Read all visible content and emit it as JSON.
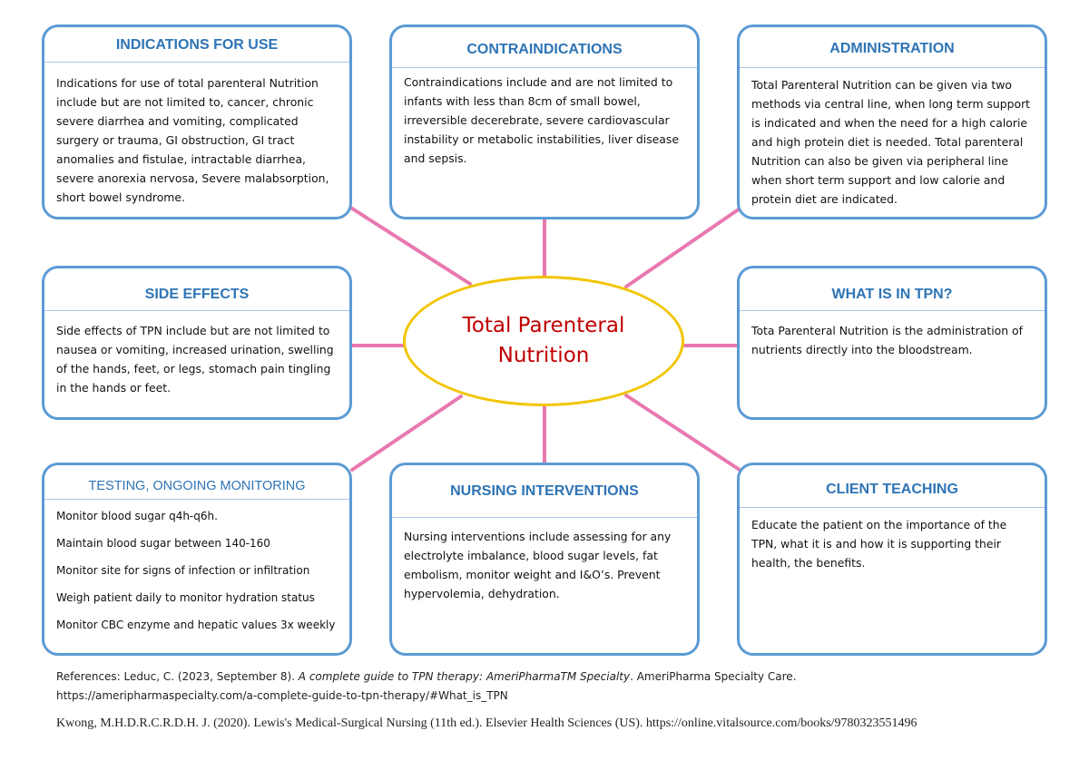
{
  "center_title": "Total Parenteral Nutrition",
  "colors": {
    "box_border": "#5b9bd5",
    "heading": "#2e74b5",
    "connector": "#e879b0",
    "center_border": "#f2c500",
    "center_text": "#c00000"
  },
  "indications": {
    "title": "INDICATIONS FOR USE",
    "text": "Indications for use of total parenteral Nutrition include but are not limited to, cancer, chronic severe diarrhea and vomiting, complicated surgery or trauma, GI obstruction, GI tract anomalies and fistulae, intractable diarrhea, severe anorexia nervosa, Severe malabsorption, short bowel syndrome."
  },
  "contraindications": {
    "title": "CONTRAINDICATIONS",
    "text": "Contraindications include and are not limited to infants with less than 8cm of small bowel, irreversible decerebrate, severe cardiovascular instability or metabolic instabilities, liver disease and sepsis."
  },
  "administration": {
    "title": "ADMINISTRATION",
    "text": "Total Parenteral Nutrition can be given via two methods via central line, when long term support is indicated and when the need for a high calorie and high protein diet is needed. Total parenteral Nutrition can also be given via peripheral line when short term support and low calorie and protein diet are indicated."
  },
  "side_effects": {
    "title": "SIDE EFFECTS",
    "text": "Side effects of TPN include but are not limited to nausea or vomiting, increased urination, swelling of the hands, feet, or legs, stomach pain tingling in the hands or feet."
  },
  "what_is": {
    "title": "WHAT IS IN TPN?",
    "text": "Tota Parenteral Nutrition is the administration of nutrients directly into the bloodstream."
  },
  "testing": {
    "title": "TESTING, ONGOING MONITORING",
    "items": [
      "Monitor blood sugar q4h-q6h.",
      "Maintain blood sugar between 140-160",
      "Monitor site for signs of infection or infiltration",
      "Weigh patient daily to monitor hydration status",
      "Monitor CBC enzyme and hepatic values 3x weekly"
    ]
  },
  "nursing": {
    "title": "NURSING INTERVENTIONS",
    "text": "Nursing interventions include assessing for any electrolyte imbalance, blood sugar levels, fat embolism, monitor weight and I&O’s. Prevent hypervolemia, dehydration."
  },
  "client_teaching": {
    "title": "CLIENT TEACHING",
    "text": "Educate the patient on the importance of the TPN, what it is and how it is supporting their health, the benefits."
  },
  "references": {
    "ref1_prefix": "References: Leduc, C. (2023, September 8). ",
    "ref1_title": "A complete guide to TPN therapy: AmeriPharmaTM Specialty",
    "ref1_suffix": ". AmeriPharma Specialty Care.",
    "ref1_url": "https://ameripharmaspecialty.com/a-complete-guide-to-tpn-therapy/#What_is_TPN",
    "ref2": "Kwong, M.H.D.R.C.R.D.H. J. (2020). Lewis's Medical-Surgical Nursing (11th ed.). Elsevier Health Sciences (US). https://online.vitalsource.com/books/9780323551496"
  }
}
